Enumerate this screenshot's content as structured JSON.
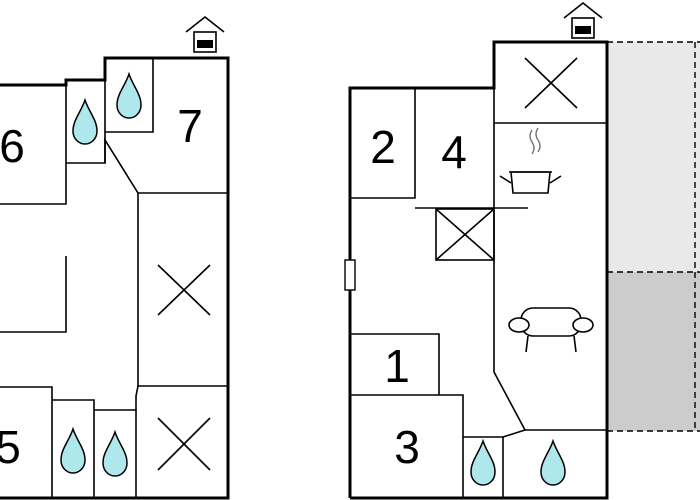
{
  "floorplan": {
    "left_unit": {
      "rooms": [
        {
          "label": "6",
          "type": "bedroom"
        },
        {
          "label": "7",
          "type": "bedroom"
        },
        {
          "label": "5",
          "type": "bedroom"
        }
      ],
      "icons": [
        "water-drop-icon",
        "water-drop-icon",
        "water-drop-icon",
        "water-drop-icon",
        "x-mark-icon",
        "x-mark-icon",
        "chimney-icon"
      ]
    },
    "right_unit": {
      "rooms": [
        {
          "label": "2",
          "type": "bedroom"
        },
        {
          "label": "4",
          "type": "bedroom"
        },
        {
          "label": "1",
          "type": "bedroom"
        },
        {
          "label": "3",
          "type": "bedroom"
        }
      ],
      "icons": [
        "x-mark-icon",
        "x-mark-icon",
        "cooking-pot-icon",
        "sofa-icon",
        "water-drop-icon",
        "water-drop-icon",
        "chimney-icon",
        "door-icon"
      ],
      "terrace_colors": {
        "light": "#e9e9e9",
        "dark": "#cccccc"
      }
    },
    "colors": {
      "water": "#aee8ec",
      "wall": "#000000"
    }
  }
}
